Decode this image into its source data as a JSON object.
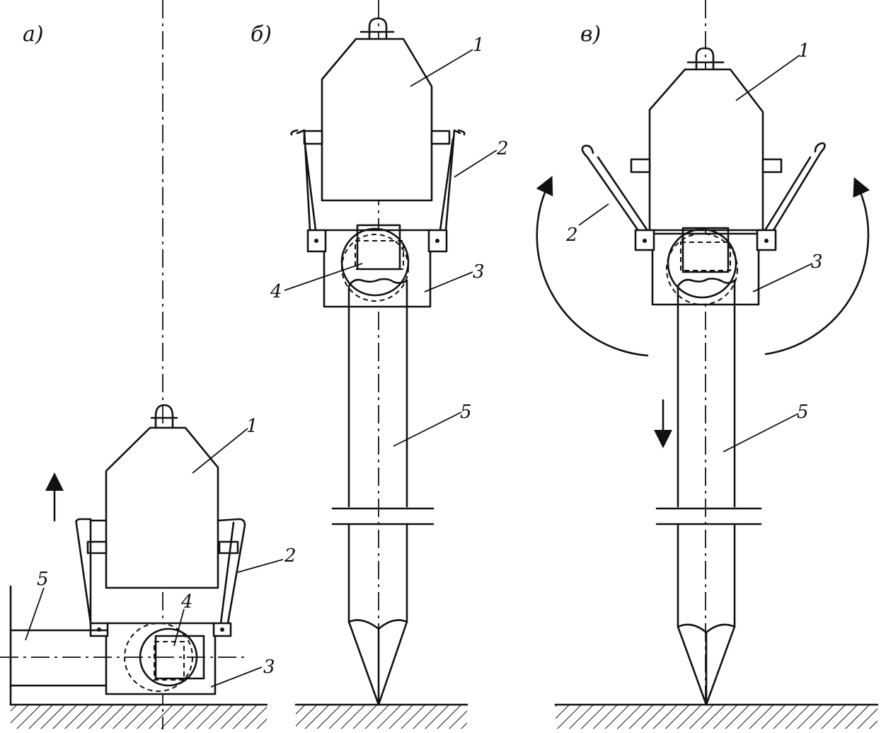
{
  "figure": {
    "panels": [
      {
        "id": "a",
        "label": "а)"
      },
      {
        "id": "b",
        "label": "б)"
      },
      {
        "id": "c",
        "label": "в)"
      }
    ],
    "callouts": {
      "a": [
        "1",
        "2",
        "3",
        "4",
        "5"
      ],
      "b": [
        "1",
        "2",
        "3",
        "4",
        "5"
      ],
      "c": [
        "1",
        "2",
        "3",
        "5"
      ]
    }
  }
}
